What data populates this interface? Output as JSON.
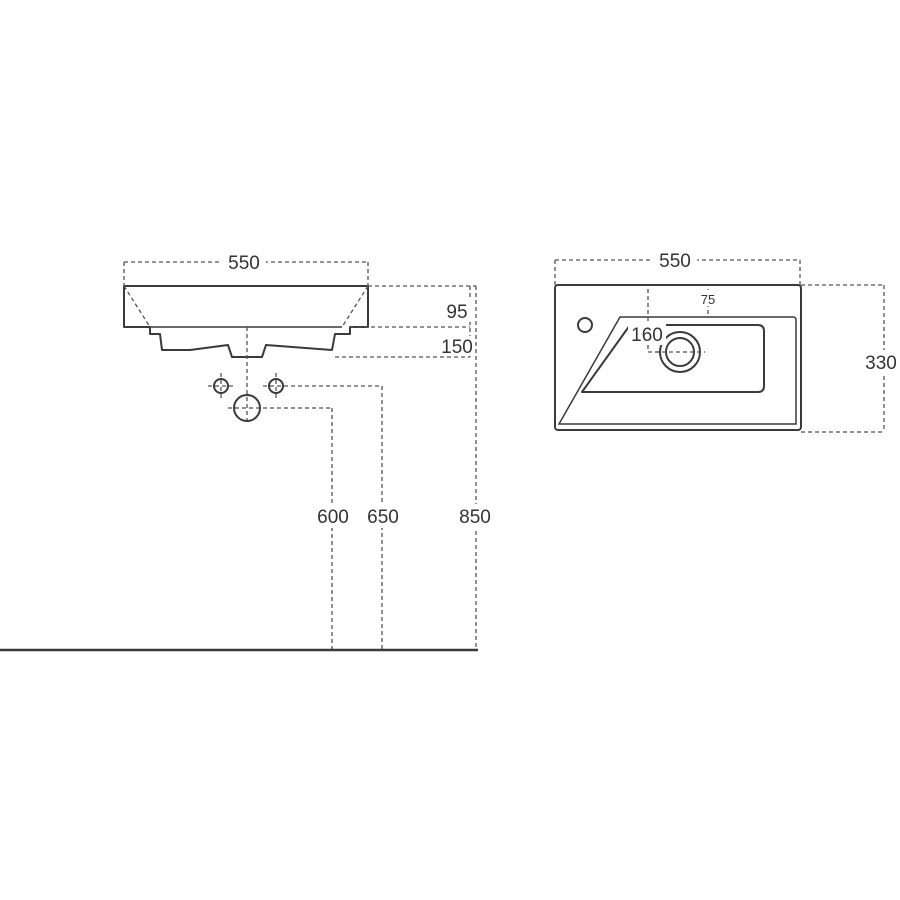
{
  "front_view": {
    "width_label": "550",
    "rim_height_label": "95",
    "total_height_label": "150",
    "inlet_height_label": "600",
    "waste_height_label": "650",
    "rim_to_floor_label": "850"
  },
  "top_view": {
    "width_label": "550",
    "depth_label": "330",
    "tap_offset_label": "75",
    "drain_offset_label": "160"
  }
}
